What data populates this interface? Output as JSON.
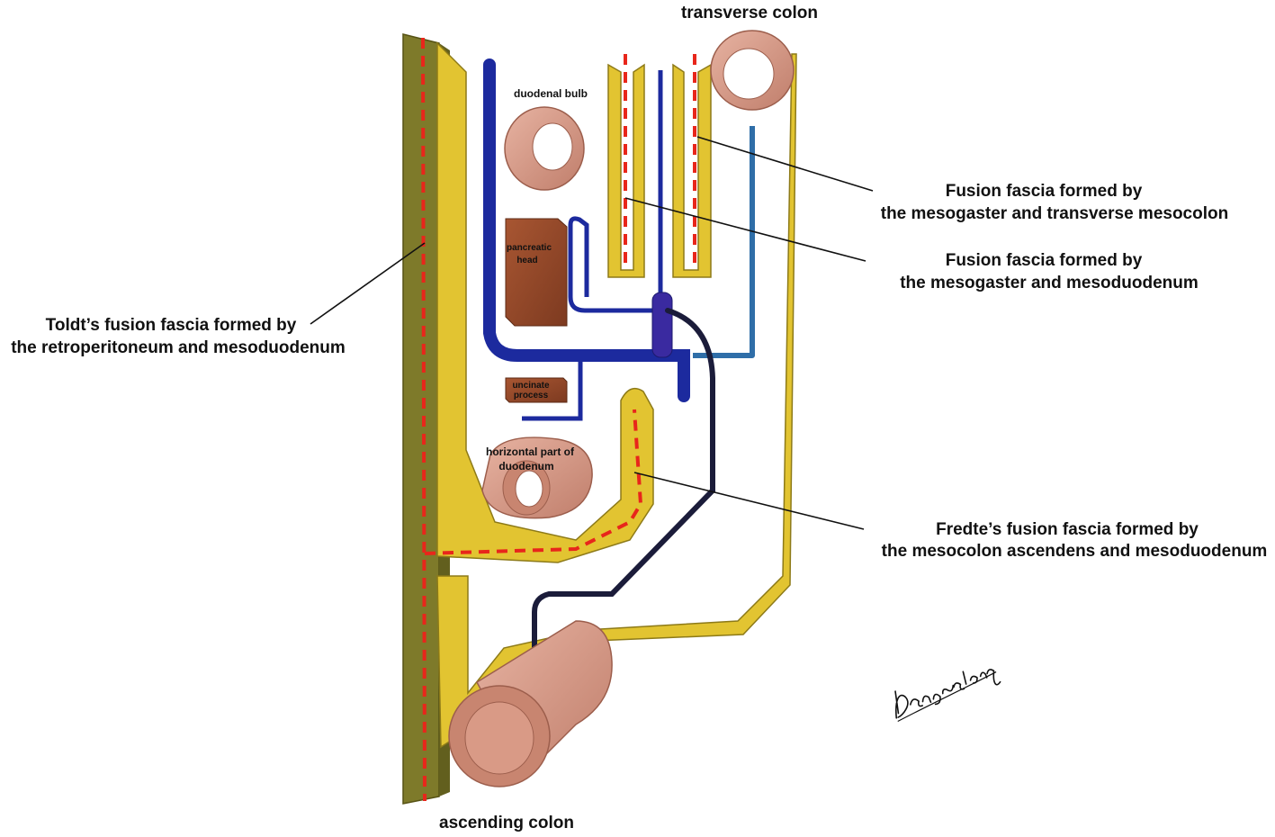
{
  "labels": {
    "transverse_colon": "transverse colon",
    "ascending_colon": "ascending colon",
    "duodenal_bulb": "duodenal bulb",
    "pancreatic_head_1": "pancreatic",
    "pancreatic_head_2": "head",
    "uncinate_1": "uncinate",
    "uncinate_2": "process",
    "horizontal_1": "horizontal part of",
    "horizontal_2": "duodenum"
  },
  "callouts": {
    "fusion_mesogaster_transverse_1": "Fusion fascia formed by",
    "fusion_mesogaster_transverse_2": "the mesogaster and transverse mesocolon",
    "fusion_mesogaster_mesoduodenum_1": "Fusion fascia formed by",
    "fusion_mesogaster_mesoduodenum_2": "the mesogaster and mesoduodenum",
    "toldt_1": "Toldt’s fusion fascia formed by",
    "toldt_2": "the retroperitoneum and mesoduodenum",
    "fredte_1": "Fredte’s fusion fascia formed by",
    "fredte_2": "the mesocolon ascendens and mesoduodenum"
  },
  "signature": "Dengxiaolong",
  "colors": {
    "retroperitoneum": "#7e7a2a",
    "fascia": "#e2c431",
    "fusion_line": "#e8261b",
    "organ": "#d99a86",
    "organ_inner": "#ffffff",
    "vessel_blue": "#1c2a9e",
    "vessel_light": "#2f6ea8",
    "vessel_dark": "#1b1c3a",
    "pancreas": "#9c4a2a"
  }
}
